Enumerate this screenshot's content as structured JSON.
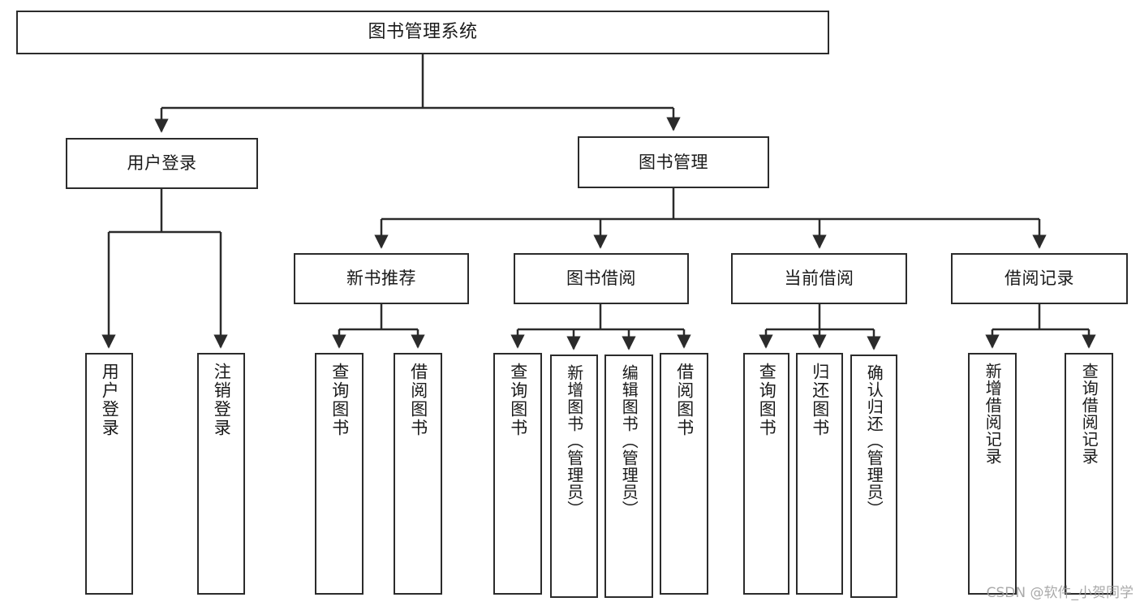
{
  "diagram": {
    "title": "图书管理系统",
    "type": "function-structure-tree",
    "watermark": "CSDN @软件_小贺同学",
    "stroke_color": "#2b2b2b",
    "background_color": "#ffffff",
    "text_color": "#1a1a1a",
    "watermark_color": "#9b9b9b"
  },
  "nodes": {
    "root": {
      "label": "图书管理系统"
    },
    "level2": [
      {
        "label": "用户登录"
      },
      {
        "label": "图书管理"
      }
    ],
    "level3": [
      {
        "label": "新书推荐"
      },
      {
        "label": "图书借阅"
      },
      {
        "label": "当前借阅"
      },
      {
        "label": "借阅记录"
      }
    ],
    "leaves": {
      "user_login": [
        {
          "label": "用户登录"
        },
        {
          "label": "注销登录"
        }
      ],
      "new_book_recommend": [
        {
          "label": "查询图书"
        },
        {
          "label": "借阅图书"
        }
      ],
      "book_borrow": [
        {
          "label": "查询图书"
        },
        {
          "label": "新增图书（管理员）"
        },
        {
          "label": "编辑图书（管理员）"
        },
        {
          "label": "借阅图书"
        }
      ],
      "current_borrow": [
        {
          "label": "查询图书"
        },
        {
          "label": "归还图书"
        },
        {
          "label": "确认归还（管理员）"
        }
      ],
      "borrow_record": [
        {
          "label": "新增借阅记录"
        },
        {
          "label": "查询借阅记录"
        }
      ]
    }
  }
}
